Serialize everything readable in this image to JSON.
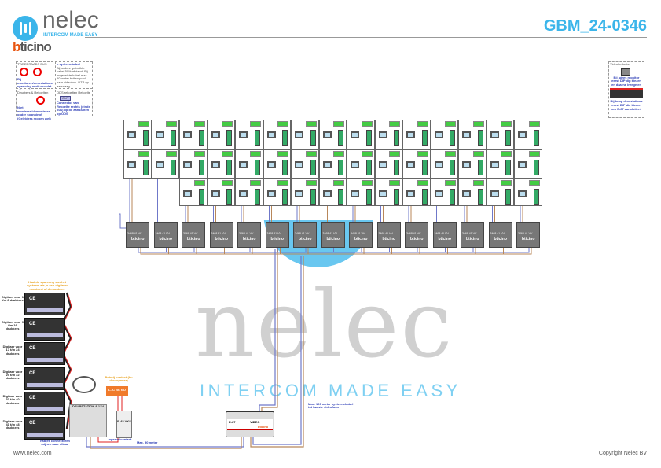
{
  "header": {
    "brand": "nelec",
    "tagline": "INTERCOM MADE EASY",
    "partner_b": "b",
    "partner_rest": "ticino",
    "doc_code": "GBM_24-0346"
  },
  "legend_left": {
    "twowire_title": "TWEEDRAADS BUS",
    "twowire_note": "Bij monitoren/deurstations spanning eruit voordat afbouwd",
    "syskabel_title": "= systeemkabel",
    "syskabel_note": "Bij andere gebruikte kabel 50% afstand! Bij ongetwiste kabel max. 50 meter buiten-pool naar videobus. UTP op aanvraag.",
    "distributors_title": "Deurbers & Rekoelten",
    "distributors_note": "Niet monteren/demonteren onder spanning! (Geleiders mogen wel)",
    "out_title": "ODS rekoelten Rekoelte",
    "out_label": "OUT",
    "out_note": "Connector van Rekoelte rechts (einde bus) op bij aansluiten op ODS"
  },
  "legend_right": {
    "title": "Videoflexkabel",
    "note1": "Bij adres monitor eerst DIP dip kiezen en daarna inregelen",
    "note2": "Bij knop deurstations eerst DIP die kiezen om E-67 aansluiten!"
  },
  "distributor": {
    "model": "3468 41 VV",
    "brand": "bticino"
  },
  "grid": {
    "columns": 15,
    "rows": 3,
    "row3_start_column": 3
  },
  "counter_note": "Haal de spanning van het systeem als je een digitaler monteert of demonteert",
  "counters": [
    {
      "label": "Digitaer voor 1 t/m 8 drukkers"
    },
    {
      "label": "Digitaer voor 9 t/m 16 drukkers"
    },
    {
      "label": "Digitaer voor 17 t/m 24 drukkers"
    },
    {
      "label": "Digitaer voor 25 t/m 32 drukkers"
    },
    {
      "label": "Digitaer voor 33 t/m 40 drukkers"
    },
    {
      "label": "Digitaer voor 41 t/m 48 drukkers"
    }
  ],
  "power": {
    "station_label": "DEURSTATION 8-12V",
    "contact_title": "Potvrij contact (bv deuropener)",
    "contact_pins": "L- C NC NO",
    "psu_label": "E-45 VKS",
    "loop_note": "nabjes connectoren mijnen naar elkaar",
    "open_label": "opener/contact"
  },
  "controller": {
    "model": "E-67",
    "name": "VIDEO",
    "brand": "bticino"
  },
  "notes": {
    "max50": "Max. 50 meter",
    "max100": "Max. 100 meter systeem-kabel tot laatste videofoon"
  },
  "watermark": {
    "word": "nelec",
    "tag": "INTERCOM MADE EASY"
  },
  "footer": {
    "website": "www.nelec.com",
    "copyright": "Copyright Nelec BV"
  },
  "colors": {
    "accent": "#3bb5ea",
    "bticino": "#e8540f",
    "wire_blue": "#6f78c9",
    "wire_brown": "#b8875a",
    "wire_red": "#e02020"
  }
}
